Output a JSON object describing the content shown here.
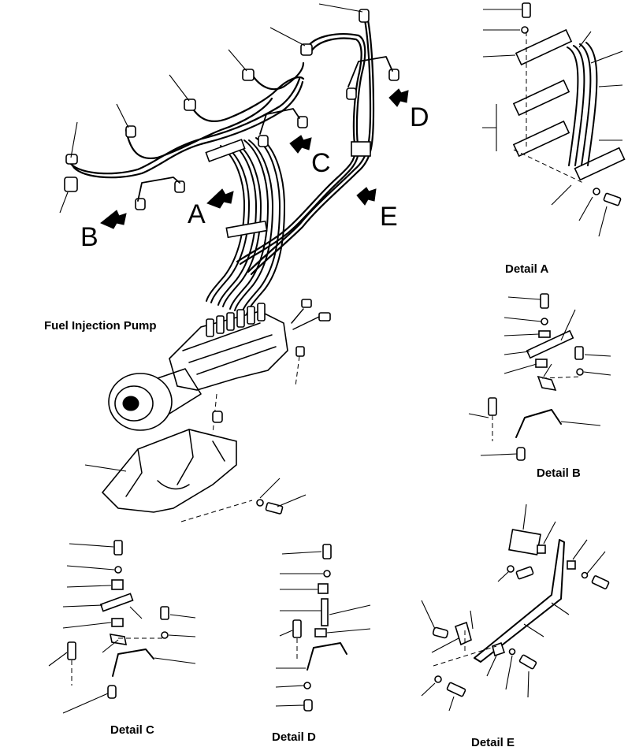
{
  "labels": {
    "pump": "Fuel Injection Pump",
    "detail_a": "Detail A",
    "detail_b": "Detail B",
    "detail_c": "Detail C",
    "detail_d": "Detail D",
    "detail_e": "Detail E"
  },
  "view_letters": {
    "a": "A",
    "b": "B",
    "c": "C",
    "d": "D",
    "e": "E"
  }
}
